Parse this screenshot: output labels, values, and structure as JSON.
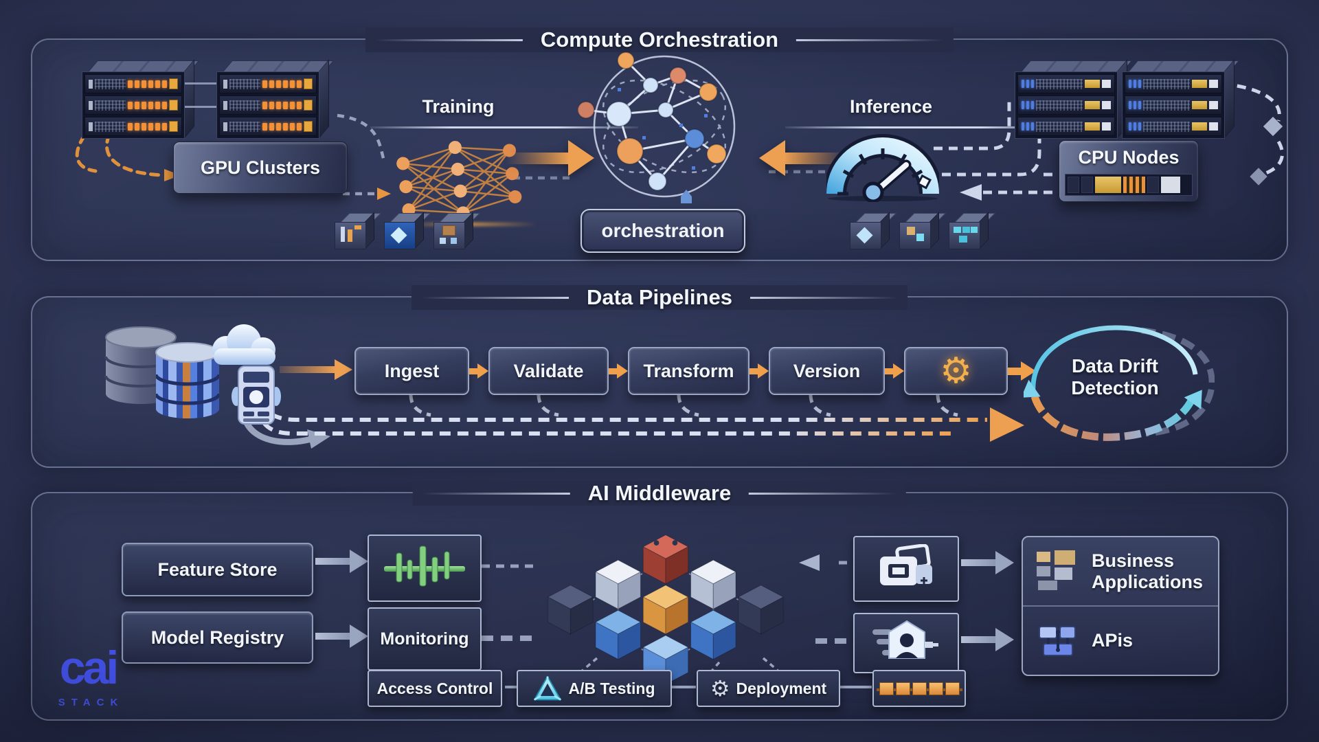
{
  "brand": {
    "name": "cai",
    "sub": "STACK"
  },
  "colors": {
    "background": "#272d49",
    "panel_border": "#9aa6c2",
    "accent_orange": "#eda052",
    "accent_blue": "#5b8dd9",
    "accent_cyan": "#7ed4ec",
    "accent_green": "#82cf80",
    "brand_blue": "#4553ee"
  },
  "icons": {
    "pipeline_gear": "⚙",
    "deployment_gear": "⚙"
  },
  "compute": {
    "title": "Compute Orchestration",
    "gpu_clusters_label": "GPU Clusters",
    "training_label": "Training",
    "inference_label": "Inference",
    "cpu_nodes_label": "CPU Nodes",
    "orchestration_label": "orchestration"
  },
  "data_pipelines": {
    "title": "Data Pipelines",
    "stages": [
      "Ingest",
      "Validate",
      "Transform",
      "Version"
    ],
    "drift_line1": "Data Drift",
    "drift_line2": "Detection"
  },
  "middleware": {
    "title": "AI Middleware",
    "feature_store_label": "Feature Store",
    "model_registry_label": "Model Registry",
    "monitoring_label": "Monitoring",
    "business_applications_label": "Business Applications",
    "apis_label": "APis",
    "access_control_label": "Access Control",
    "ab_testing_label": "A/B Testing",
    "deployment_label": "Deployment"
  }
}
